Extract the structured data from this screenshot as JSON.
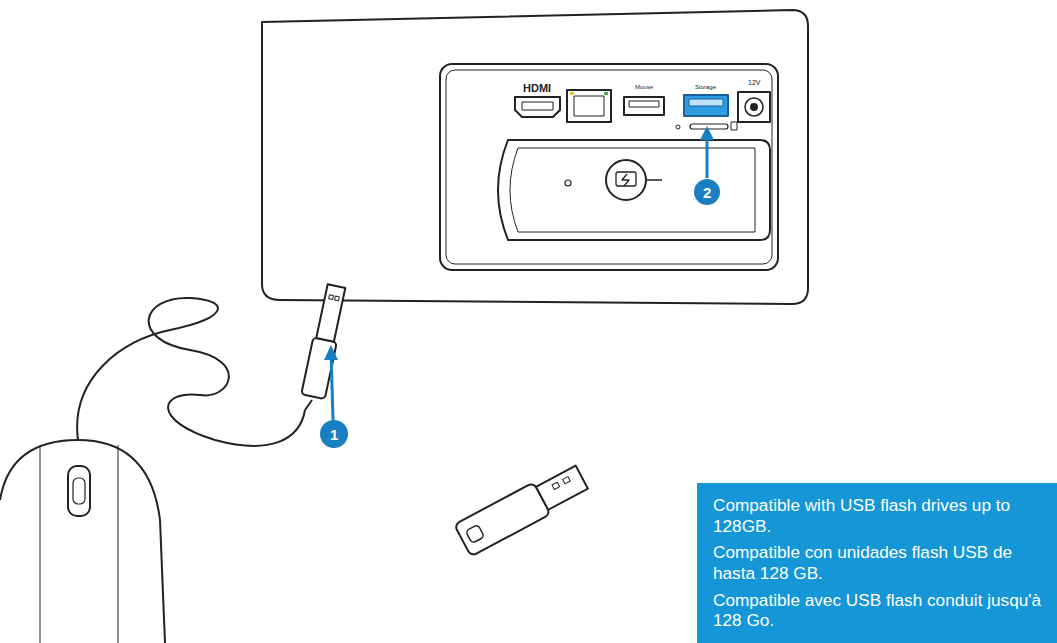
{
  "diagram": {
    "nodes": [
      {
        "text": [
          "Compatible with USB flash drives up to 128GB.",
          "Compatible con unidades flash USB de hasta 128 GB.",
          "Compatible avec USB flash conduit jusqu'à 128 Go."
        ]
      }
    ],
    "labels": [
      "HDMI",
      "Mouse",
      "Storage",
      "12V",
      "1",
      "2"
    ]
  }
}
